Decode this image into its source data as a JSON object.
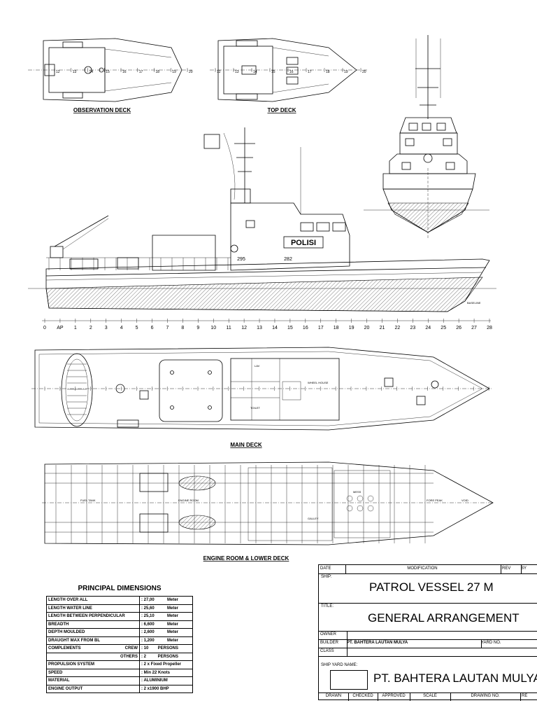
{
  "views": {
    "observation_deck": "OBSERVATION DECK",
    "top_deck": "TOP DECK",
    "main_deck": "MAIN DECK",
    "engine_room": "ENGINE ROOM & LOWER DECK"
  },
  "hull_markings": {
    "polisi": "POLISI",
    "hull_no_aft": "295",
    "hull_no_fwd": "282",
    "baseline": "BASELINE"
  },
  "frame_scale": [
    "0",
    "AP",
    "1",
    "2",
    "3",
    "4",
    "5",
    "6",
    "7",
    "8",
    "9",
    "10",
    "11",
    "12",
    "13",
    "14",
    "15",
    "16",
    "17",
    "18",
    "19",
    "20",
    "21",
    "22",
    "23",
    "24",
    "25",
    "26",
    "27",
    "28"
  ],
  "obs_scale": [
    "12",
    "13",
    "14",
    "15",
    "16",
    "17",
    "18",
    "19",
    "20"
  ],
  "top_scale": [
    "12",
    "13",
    "14",
    "15",
    "16",
    "17",
    "18",
    "19",
    "20"
  ],
  "room_labels": {
    "lav": "LAV",
    "wheel_house": "WHEEL HOUSE",
    "toilet": "TOILET",
    "engine_room": "ENGINE ROOM",
    "fore_peak": "FORE PEAK",
    "void": "VOID",
    "galley": "GALLEY",
    "mess": "MESS",
    "fuel_tank": "FUEL TANK"
  },
  "principal_dimensions": {
    "title": "PRINCIPAL DIMENSIONS",
    "rows": [
      {
        "k": "LENGTH OVER ALL",
        "sub": "",
        "v": ": 27,00",
        "u": "Meter"
      },
      {
        "k": "LENGTH WATER LINE",
        "sub": "",
        "v": ": 25,60",
        "u": "Meter"
      },
      {
        "k": "LENGTH BETWEEN PERPENDICULAR",
        "sub": "",
        "v": ": 25,10",
        "u": "Meter"
      },
      {
        "k": "BREADTH",
        "sub": "",
        "v": ": 6,600",
        "u": "Meter"
      },
      {
        "k": "DEPTH MOULDED",
        "sub": "",
        "v": ": 2,600",
        "u": "Meter"
      },
      {
        "k": "DRAUGHT MAX FROM BL",
        "sub": "",
        "v": ": 1,200",
        "u": "Meter"
      },
      {
        "k": "COMPLEMENTS",
        "sub": "CREW",
        "v": ": 10",
        "u": "PERSONS"
      },
      {
        "k": "",
        "sub": "OTHERS",
        "v": ": 2",
        "u": "PERSONS"
      },
      {
        "k": "PROPULSION SYSTEM",
        "sub": "",
        "v": ": 2 x Fixed Propeller",
        "u": ""
      },
      {
        "k": "SPEED",
        "sub": "",
        "v": ": Min 22 Knots",
        "u": ""
      },
      {
        "k": "MATERIAL",
        "sub": "",
        "v": ": ALUMINIUM",
        "u": ""
      },
      {
        "k": "ENGINE OUTPUT",
        "sub": "",
        "v": ": 2 x1900 BHP",
        "u": ""
      }
    ]
  },
  "title_block": {
    "date": "DATE",
    "modification": "MODIFICATION",
    "rev": "REV",
    "by": "BY",
    "ship_label": "SHIP:",
    "ship": "PATROL VESSEL 27 M",
    "title_label": "TITLE:",
    "title": "GENERAL ARRANGEMENT",
    "owner": "OWNER",
    "builder_label": "BUILDER",
    "builder": "PT. BAHTERA LAUTAN MULYA",
    "yard_no": "YARD NO.",
    "class": "CLASS",
    "ship_yard_name": "SHIP YARD NAME:",
    "shipyard": "PT. BAHTERA LAUTAN MULYA",
    "drawn": "DRAWN",
    "checked": "CHECKED",
    "approved": "APPROVED",
    "scale": "SCALE",
    "drawing_no": "DRAWING NO.",
    "re": "RE"
  }
}
